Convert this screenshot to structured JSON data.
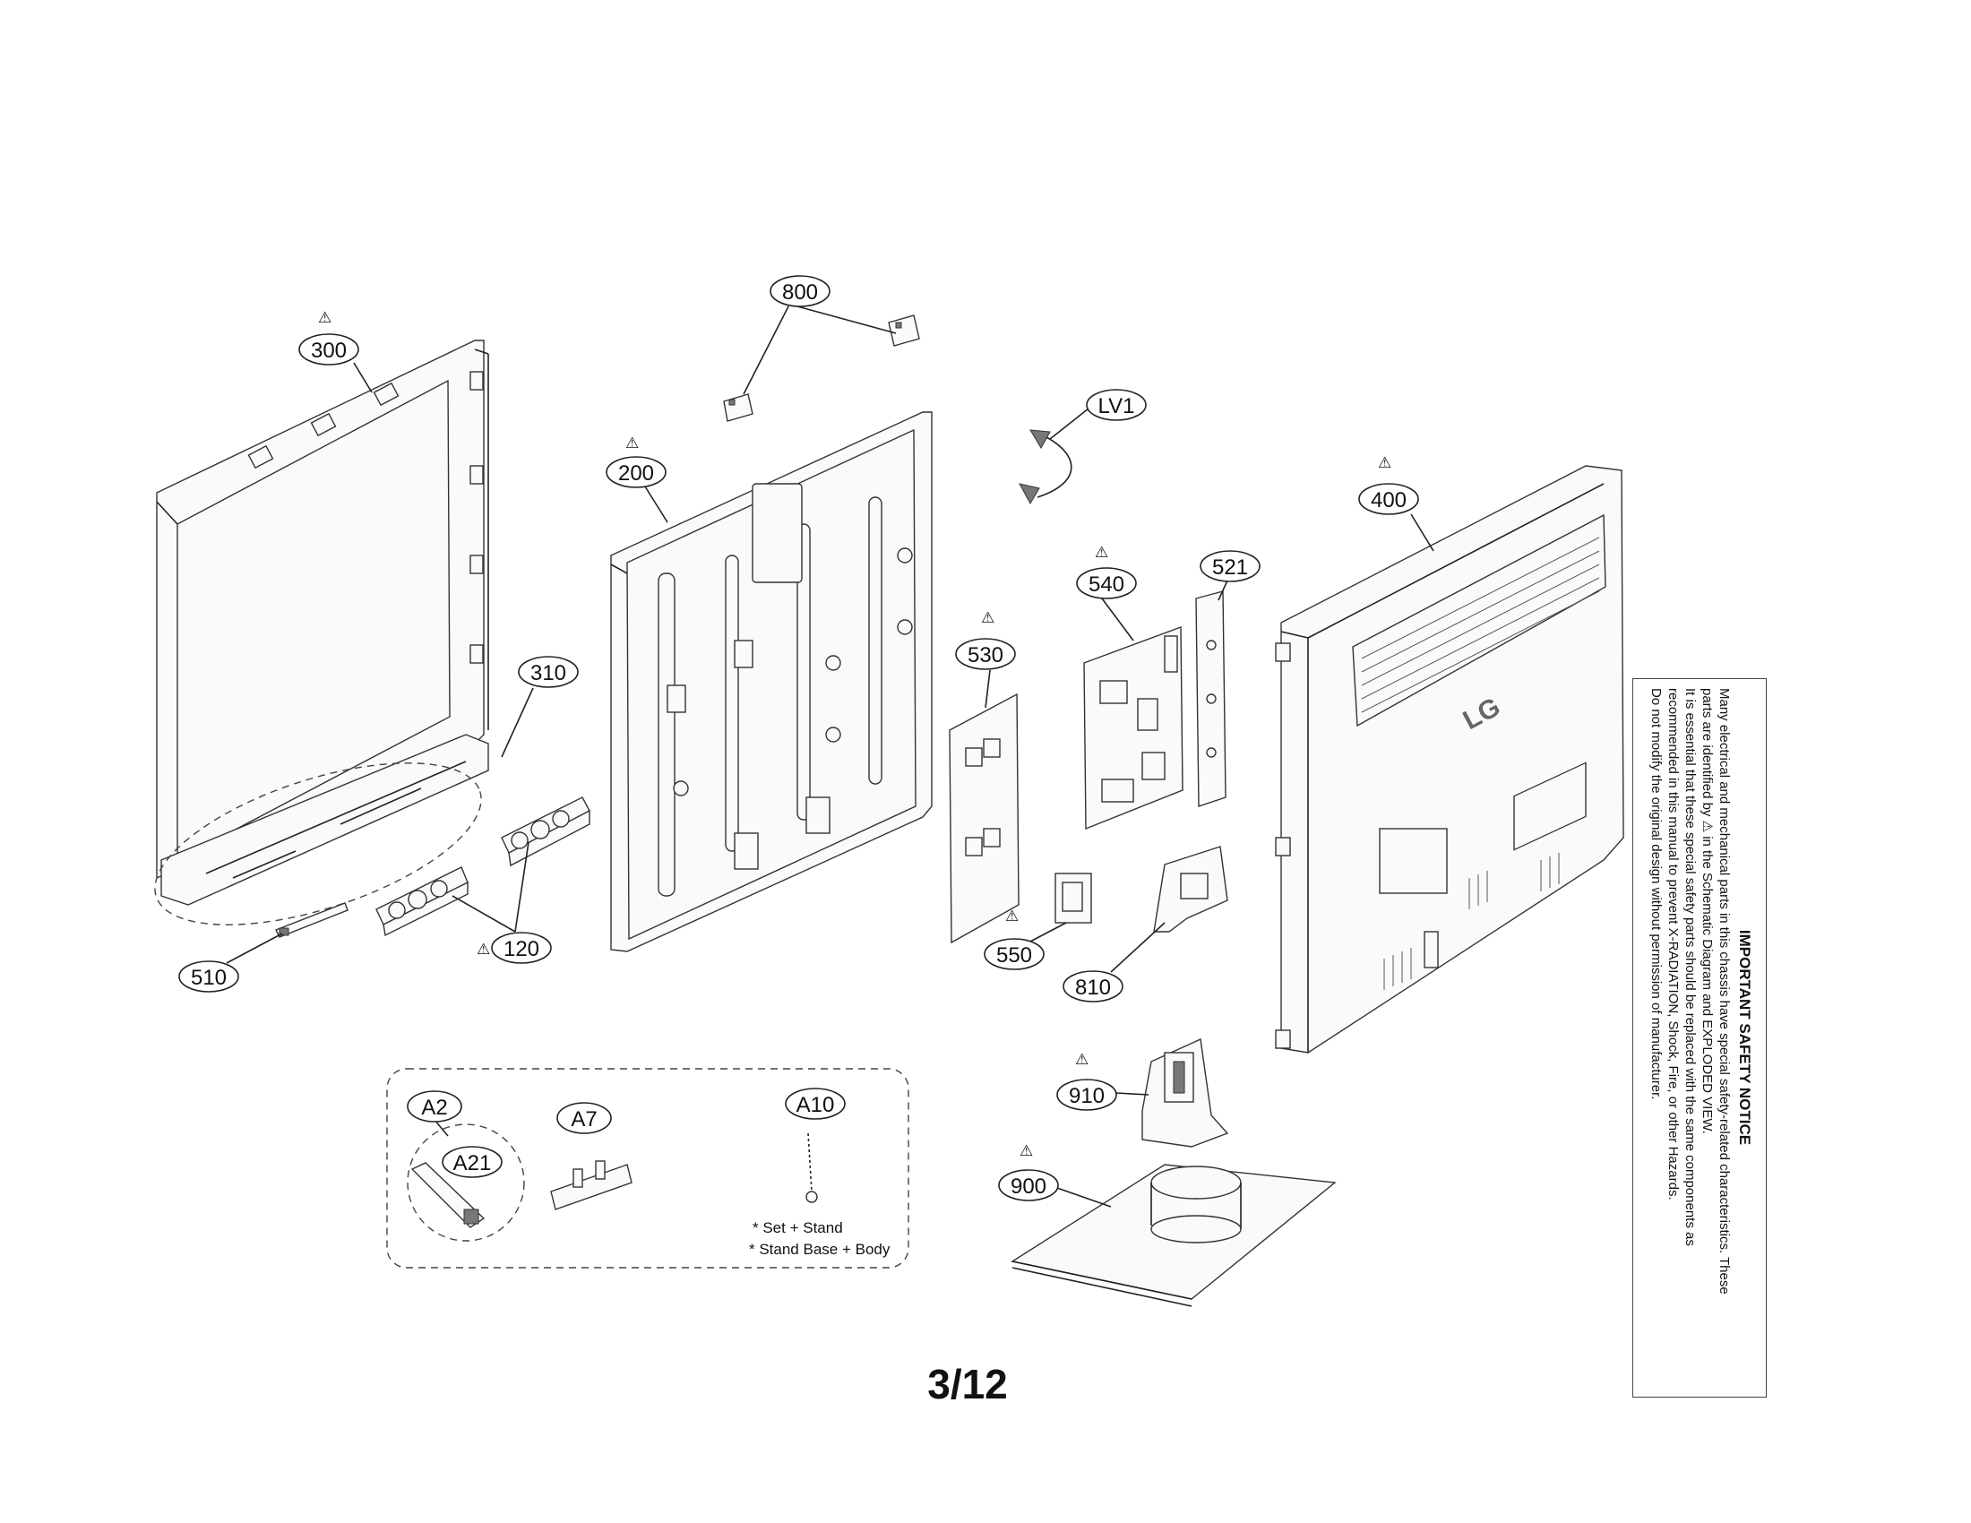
{
  "callouts": {
    "c300": "300",
    "c200": "200",
    "c800": "800",
    "clv1": "LV1",
    "c400": "400",
    "c310": "310",
    "c530": "530",
    "c540": "540",
    "c521": "521",
    "c120": "120",
    "c510": "510",
    "c550": "550",
    "c810": "810",
    "c910": "910",
    "c900": "900",
    "ca2": "A2",
    "ca21": "A21",
    "ca7": "A7",
    "ca10": "A10"
  },
  "warning_symbol": "⚠",
  "accessory_notes": [
    "* Set + Stand",
    "* Stand Base + Body"
  ],
  "brand_logo": "LG",
  "page_number": "3/12",
  "safety_notice": {
    "title": "IMPORTANT SAFETY NOTICE",
    "lines": [
      "Many electrical and mechanical parts in this chassis have special safety-related characteristics. These",
      "parts are identified by ⚠ in the Schematic Diagram and EXPLODED VIEW.",
      "It is essential that these special safety parts should be replaced with the same components as",
      "recommended in this manual to prevent X-RADIATION, Shock, Fire, or other Hazards.",
      "Do not modify the original design without permission of manufacturer."
    ]
  }
}
